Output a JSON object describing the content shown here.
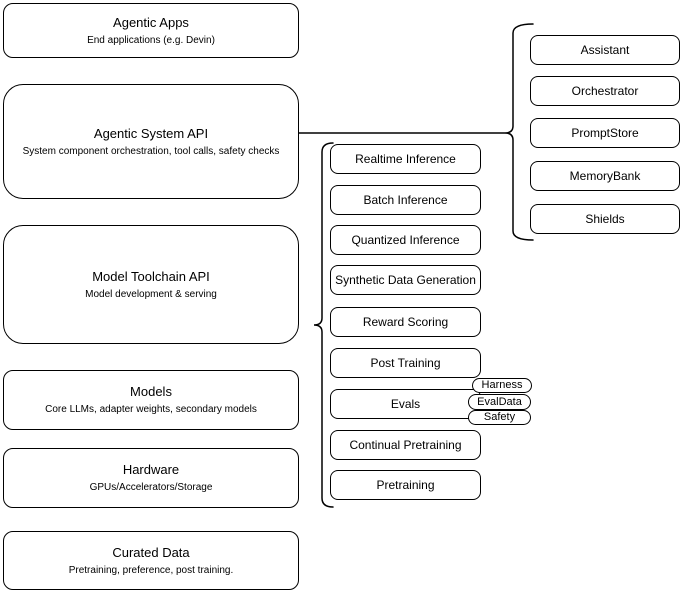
{
  "colors": {
    "background": "#ffffff",
    "stroke": "#000000",
    "node_fill": "#ffffff",
    "text": "#000000"
  },
  "stack": {
    "items": [
      {
        "title": "Agentic Apps",
        "subtitle": "End applications (e.g. Devin)"
      },
      {
        "title": "Agentic System API",
        "subtitle": "System component orchestration, tool calls, safety checks"
      },
      {
        "title": "Model Toolchain API",
        "subtitle": "Model development & serving"
      },
      {
        "title": "Models",
        "subtitle": "Core LLMs, adapter weights, secondary models"
      },
      {
        "title": "Hardware",
        "subtitle": "GPUs/Accelerators/Storage"
      },
      {
        "title": "Curated Data",
        "subtitle": "Pretraining, preference, post training."
      }
    ]
  },
  "toolchain": {
    "items": [
      "Realtime Inference",
      "Batch Inference",
      "Quantized Inference",
      "Synthetic Data Generation",
      "Reward Scoring",
      "Post Training",
      "Evals",
      "Continual Pretraining",
      "Pretraining"
    ]
  },
  "evals_tags": {
    "items": [
      "Harness",
      "EvalData",
      "Safety"
    ]
  },
  "system_components": {
    "items": [
      "Assistant",
      "Orchestrator",
      "PromptStore",
      "MemoryBank",
      "Shields"
    ]
  }
}
